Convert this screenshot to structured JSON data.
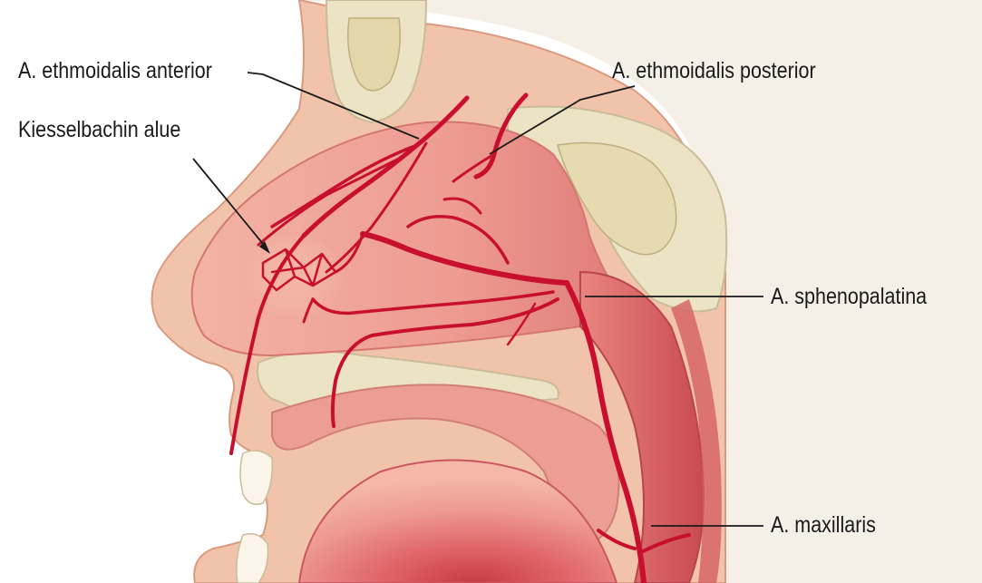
{
  "labels": {
    "ethmoidalis_anterior": "A. ethmoidalis anterior",
    "ethmoidalis_posterior": "A. ethmoidalis posterior",
    "kiesselbach": "Kiesselbachin alue",
    "sphenopalatina": "A. sphenopalatina",
    "maxillaris": "A. maxillaris"
  },
  "colors": {
    "artery": "#c8102e",
    "skin": "#f3c6ae",
    "mucosa": "#e88a86",
    "bone": "#ede4c6",
    "leader_line": "#1a1a1a"
  }
}
